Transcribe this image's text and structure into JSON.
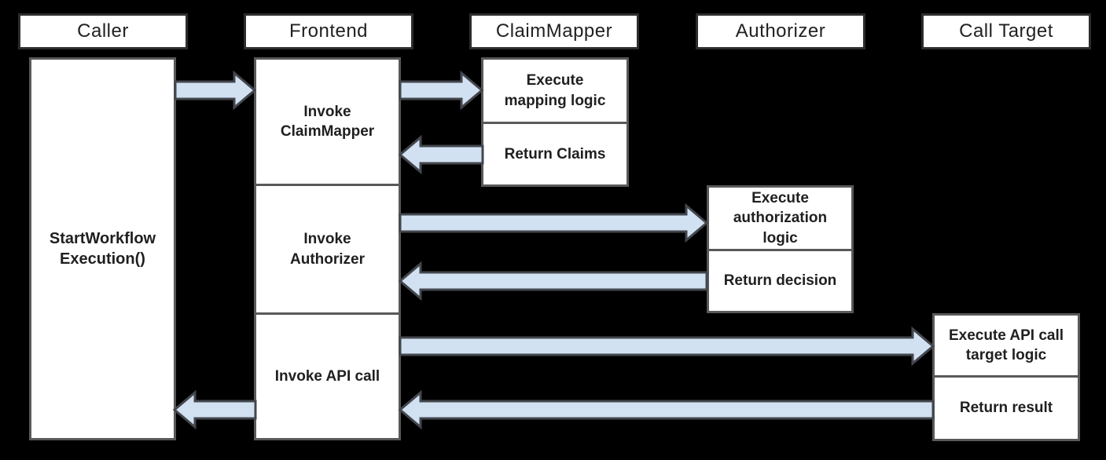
{
  "colors": {
    "background": "#000000",
    "box_fill": "#ffffff",
    "header_border": "#2d2d2d",
    "activation_border": "#595959",
    "arrow_fill": "#d2e1f2",
    "arrow_outline": "#43474d",
    "text": "#1f1f1f"
  },
  "lifelines": [
    {
      "id": "caller",
      "header": "Caller",
      "boxes": [
        {
          "label": "StartWorkflow\nExecution()"
        }
      ]
    },
    {
      "id": "frontend",
      "header": "Frontend",
      "boxes": [
        {
          "label": "Invoke\nClaimMapper"
        },
        {
          "label": "Invoke\nAuthorizer"
        },
        {
          "label": "Invoke API call"
        }
      ]
    },
    {
      "id": "claim_mapper",
      "header": "ClaimMapper",
      "boxes": [
        {
          "label": "Execute\nmapping logic"
        },
        {
          "label": "Return Claims"
        }
      ]
    },
    {
      "id": "authorizer",
      "header": "Authorizer",
      "boxes": [
        {
          "label": "Execute\nauthorization\nlogic"
        },
        {
          "label": "Return decision"
        }
      ]
    },
    {
      "id": "call_target",
      "header": "Call Target",
      "boxes": [
        {
          "label": "Execute API call\ntarget logic"
        },
        {
          "label": "Return result"
        }
      ]
    }
  ],
  "messages": [
    {
      "from": "Caller",
      "to": "Frontend",
      "kind": "request"
    },
    {
      "from": "Frontend",
      "to": "ClaimMapper",
      "kind": "request"
    },
    {
      "from": "ClaimMapper",
      "to": "Frontend",
      "kind": "return"
    },
    {
      "from": "Frontend",
      "to": "Authorizer",
      "kind": "request"
    },
    {
      "from": "Authorizer",
      "to": "Frontend",
      "kind": "return"
    },
    {
      "from": "Frontend",
      "to": "Call Target",
      "kind": "request"
    },
    {
      "from": "Call Target",
      "to": "Frontend",
      "kind": "return"
    },
    {
      "from": "Frontend",
      "to": "Caller",
      "kind": "return"
    }
  ]
}
